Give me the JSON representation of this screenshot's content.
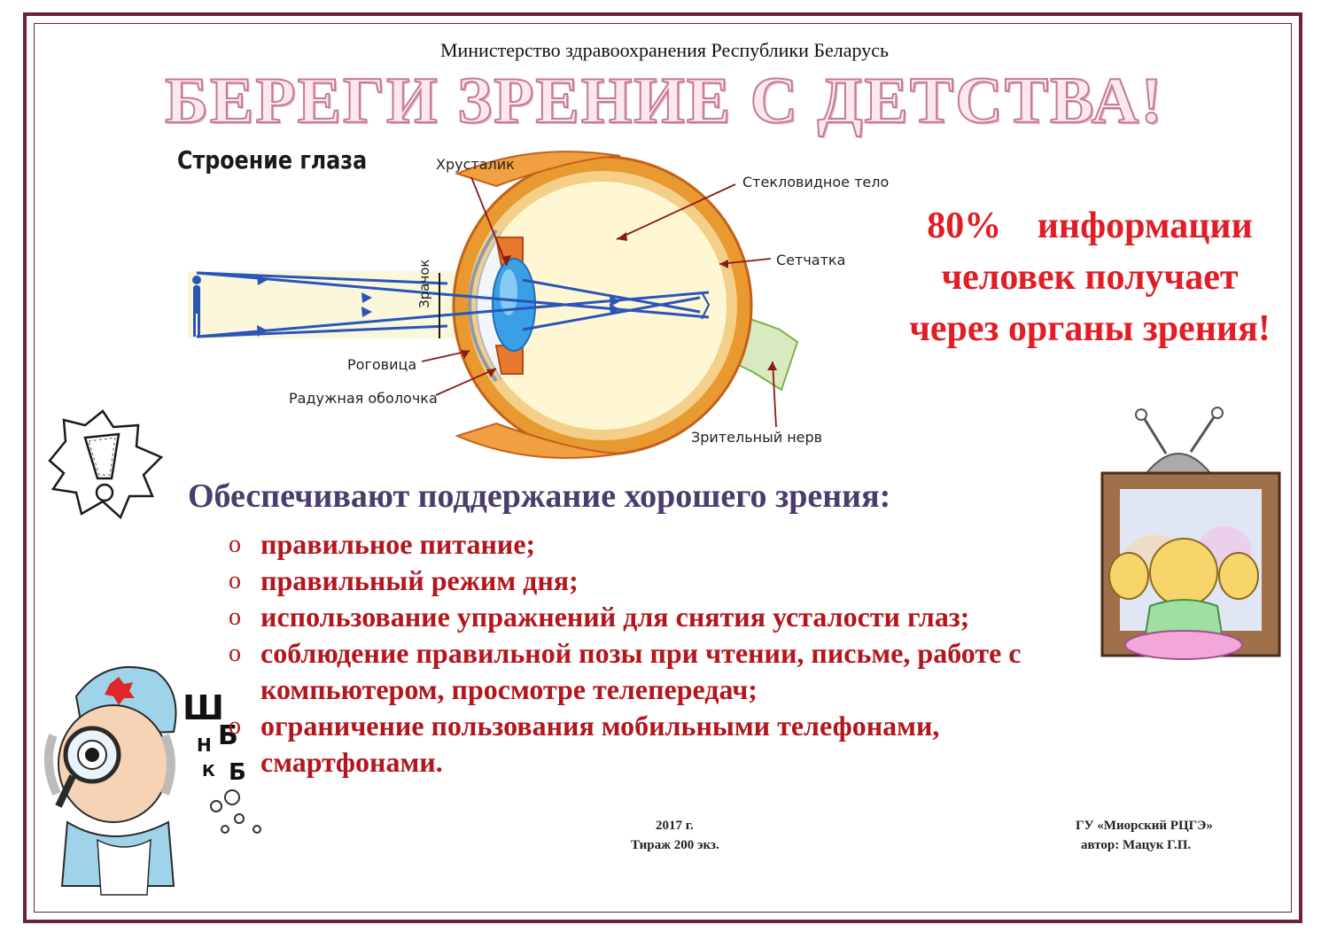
{
  "header": {
    "ministry": "Министерство здравоохранения Республики Беларусь",
    "title": "БЕРЕГИ ЗРЕНИЕ С ДЕТСТВА!"
  },
  "diagram": {
    "title": "Строение глаза",
    "labels": {
      "lens": "Хрусталик",
      "vitreous": "Стекловидное тело",
      "retina": "Сетчатка",
      "pupil": "Зрачок",
      "cornea": "Роговица",
      "iris": "Радужная оболочка",
      "optic_nerve": "Зрительный нерв"
    }
  },
  "info_box": {
    "line1": "80% информации",
    "line2": "человек получает",
    "line3": "через органы зрения!"
  },
  "tips": {
    "heading": "Обеспечивают поддержание хорошего зрения:",
    "bullet_glyph": "o",
    "items": [
      "правильное питание;",
      "правильный режим дня;",
      "использование упражнений для снятия усталости глаз;",
      "соблюдение правильной позы при чтении, письме, работе с компьютером, просмотре телепередач;",
      "ограничение пользования мобильными телефонами, смартфонами."
    ]
  },
  "footer": {
    "year": "2017 г.",
    "print_run": "Тираж 200 экз.",
    "organization": "ГУ «Миорский РЦГЭ»",
    "author": "автор: Мацук Г.П."
  },
  "eye_chart_letters": [
    "Ш",
    "Б",
    "Н",
    "К",
    "Б"
  ],
  "colors": {
    "frame": "#6b2140",
    "title_fill": "#fde8ef",
    "title_stroke": "#c47a94",
    "info_red": "#e01e25",
    "heading_purple": "#4a3d6c",
    "list_red": "#b3161c"
  }
}
